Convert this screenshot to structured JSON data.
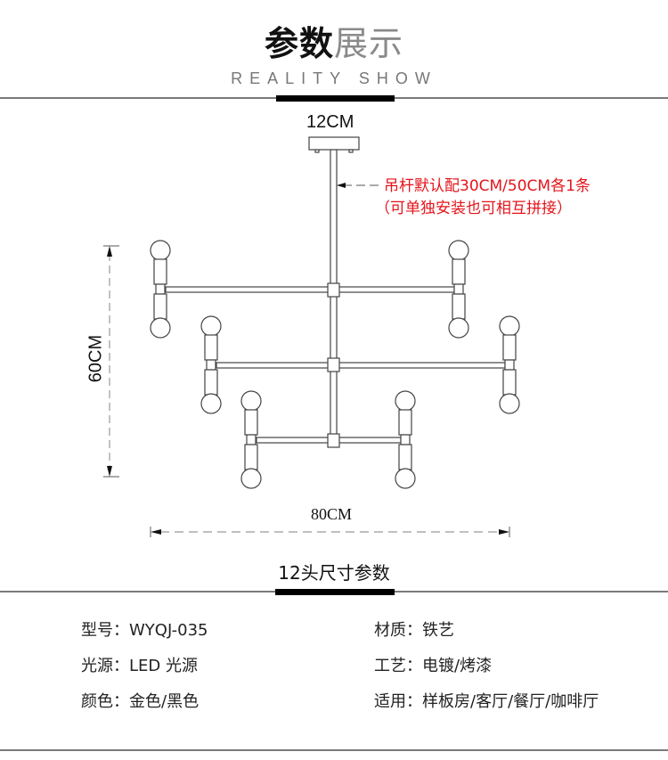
{
  "header": {
    "title_bold": "参数",
    "title_light": "展示",
    "subtitle": "REALITY SHOW"
  },
  "drawing": {
    "canopy_width_label": "12CM",
    "rod_note_line1": "吊杆默认配30CM/50CM各1条",
    "rod_note_line2": "（可单独安装也可相互拼接）",
    "height_label": "60CM",
    "width_label": "80CM",
    "note_color": "#e4141b"
  },
  "section": {
    "title": "12头尺寸参数"
  },
  "specs": {
    "left": [
      {
        "label": "型号：",
        "value": "WYQJ-035"
      },
      {
        "label": "光源：",
        "value": "LED 光源"
      },
      {
        "label": "颜色：",
        "value": "金色/黑色"
      }
    ],
    "right": [
      {
        "label": "材质：",
        "value": "铁艺"
      },
      {
        "label": "工艺：",
        "value": "电镀/烤漆"
      },
      {
        "label": "适用：",
        "value": "样板房/客厅/餐厅/咖啡厅"
      }
    ]
  }
}
